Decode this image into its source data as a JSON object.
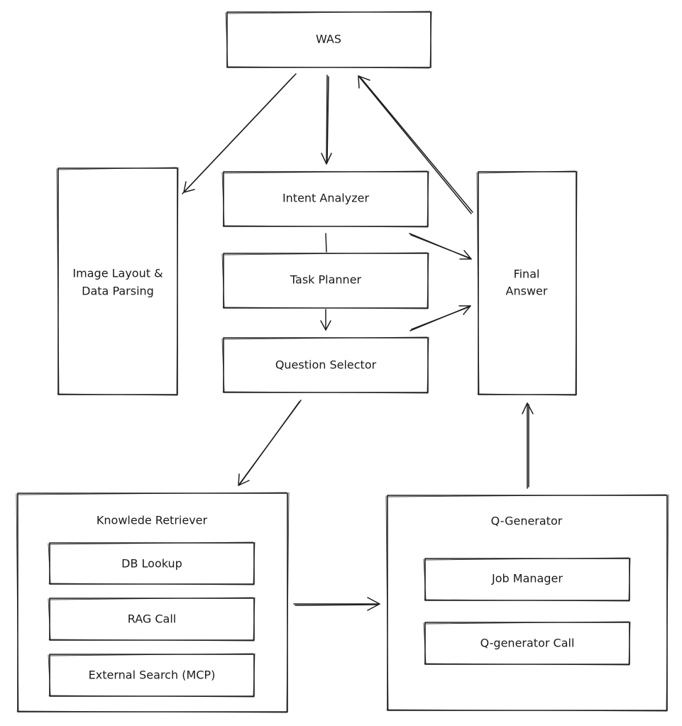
{
  "nodes": {
    "was": "WAS",
    "intent_analyzer": "Intent Analyzer",
    "task_planner": "Task Planner",
    "question_selector": "Question Selector",
    "image_layout": [
      "Image Layout &",
      "Data Parsing"
    ],
    "final_answer": [
      "Final",
      "Answer"
    ],
    "knowledge_retriever": {
      "title": "Knowlede Retriever",
      "items": [
        "DB Lookup",
        "RAG Call",
        "External Search (MCP)"
      ]
    },
    "q_generator": {
      "title": "Q-Generator",
      "items": [
        "Job Manager",
        "Q-generator Call"
      ]
    }
  },
  "edges": [
    {
      "from": "WAS",
      "to": "Image Layout & Data Parsing"
    },
    {
      "from": "WAS",
      "to": "Intent Analyzer"
    },
    {
      "from": "Final Answer",
      "to": "WAS"
    },
    {
      "from": "Intent Analyzer",
      "to": "Task Planner"
    },
    {
      "from": "Task Planner",
      "to": "Question Selector"
    },
    {
      "from": "Intent Analyzer",
      "to": "Final Answer"
    },
    {
      "from": "Question Selector",
      "to": "Final Answer"
    },
    {
      "from": "Question Selector",
      "to": "Knowlede Retriever"
    },
    {
      "from": "Knowlede Retriever",
      "to": "Q-Generator"
    },
    {
      "from": "Q-Generator",
      "to": "Final Answer"
    }
  ]
}
